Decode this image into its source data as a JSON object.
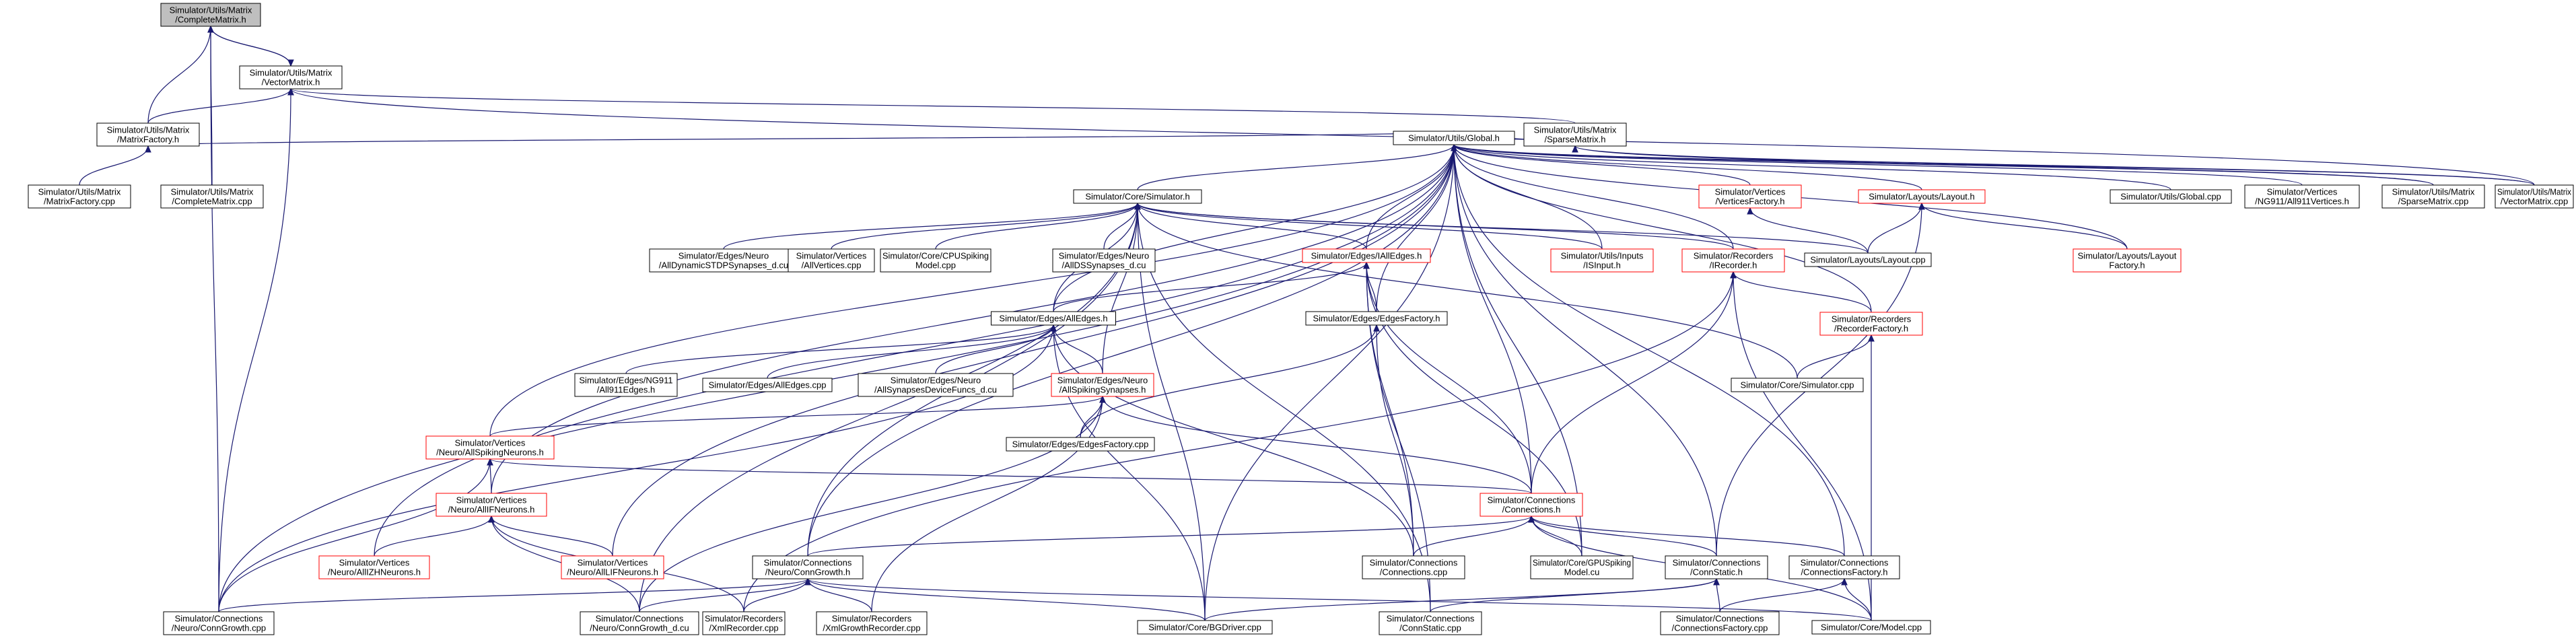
{
  "nodes": [
    {
      "id": "complete_h",
      "lines": [
        "Simulator/Utils/Matrix",
        "/CompleteMatrix.h"
      ],
      "style": "selected"
    },
    {
      "id": "vector_h",
      "lines": [
        "Simulator/Utils/Matrix",
        "/VectorMatrix.h"
      ],
      "style": "black"
    },
    {
      "id": "mfactory_h",
      "lines": [
        "Simulator/Utils/Matrix",
        "/MatrixFactory.h"
      ],
      "style": "black"
    },
    {
      "id": "mfactory_cpp",
      "lines": [
        "Simulator/Utils/Matrix",
        "/MatrixFactory.cpp"
      ],
      "style": "black"
    },
    {
      "id": "complete_cpp",
      "lines": [
        "Simulator/Utils/Matrix",
        "/CompleteMatrix.cpp"
      ],
      "style": "black"
    },
    {
      "id": "sparse_h",
      "lines": [
        "Simulator/Utils/Matrix",
        "/SparseMatrix.h"
      ],
      "style": "black"
    },
    {
      "id": "global_h",
      "lines": [
        "Simulator/Utils/Global.h"
      ],
      "style": "black"
    },
    {
      "id": "simulator_h",
      "lines": [
        "Simulator/Core/Simulator.h"
      ],
      "style": "black"
    },
    {
      "id": "vfactory_h",
      "lines": [
        "Simulator/Vertices",
        "/VerticesFactory.h"
      ],
      "style": "red"
    },
    {
      "id": "layout_h",
      "lines": [
        "Simulator/Layouts/Layout.h"
      ],
      "style": "red"
    },
    {
      "id": "global_cpp",
      "lines": [
        "Simulator/Utils/Global.cpp"
      ],
      "style": "black"
    },
    {
      "id": "ng911v_cpp",
      "lines": [
        "Simulator/Vertices",
        "/NG911/All911Vertices.h"
      ],
      "style": "black"
    },
    {
      "id": "sparse_cpp",
      "lines": [
        "Simulator/Utils/Matrix",
        "/SparseMatrix.cpp"
      ],
      "style": "black"
    },
    {
      "id": "vector_cpp",
      "lines": [
        "Simulator/Utils/Matrix",
        "/VectorMatrix.cpp"
      ],
      "style": "black"
    },
    {
      "id": "dyn_cu",
      "lines": [
        "Simulator/Edges/Neuro",
        "/AllDynamicSTDPSynapses_d.cu"
      ],
      "style": "black"
    },
    {
      "id": "allv_cpp",
      "lines": [
        "Simulator/Vertices",
        "/AllVertices.cpp"
      ],
      "style": "black"
    },
    {
      "id": "cpumodel_cpp",
      "lines": [
        "Simulator/Core/CPUSpiking",
        "Model.cpp"
      ],
      "style": "black"
    },
    {
      "id": "allds_cu",
      "lines": [
        "Simulator/Edges/Neuro",
        "/AllDSSynapses_d.cu"
      ],
      "style": "black"
    },
    {
      "id": "iall_h",
      "lines": [
        "Simulator/Edges/IAllEdges.h"
      ],
      "style": "red"
    },
    {
      "id": "isinput_h",
      "lines": [
        "Simulator/Utils/Inputs",
        "/ISInput.h"
      ],
      "style": "red"
    },
    {
      "id": "irecorder_h",
      "lines": [
        "Simulator/Recorders",
        "/IRecorder.h"
      ],
      "style": "red"
    },
    {
      "id": "layout_cpp",
      "lines": [
        "Simulator/Layouts/Layout.cpp"
      ],
      "style": "black"
    },
    {
      "id": "lfactory_h",
      "lines": [
        "Simulator/Layouts/Layout",
        "Factory.h"
      ],
      "style": "red"
    },
    {
      "id": "alledges_h",
      "lines": [
        "Simulator/Edges/AllEdges.h"
      ],
      "style": "black"
    },
    {
      "id": "efactory_h",
      "lines": [
        "Simulator/Edges/EdgesFactory.h"
      ],
      "style": "black"
    },
    {
      "id": "rfactory_h",
      "lines": [
        "Simulator/Recorders",
        "/RecorderFactory.h"
      ],
      "style": "red"
    },
    {
      "id": "ng911e_h",
      "lines": [
        "Simulator/Edges/NG911",
        "/All911Edges.h"
      ],
      "style": "black"
    },
    {
      "id": "alledges_cpp",
      "lines": [
        "Simulator/Edges/AllEdges.cpp"
      ],
      "style": "black"
    },
    {
      "id": "devfuncs_cu",
      "lines": [
        "Simulator/Edges/Neuro",
        "/AllSynapsesDeviceFuncs_d.cu"
      ],
      "style": "black"
    },
    {
      "id": "allspikingsyn_h",
      "lines": [
        "Simulator/Edges/Neuro",
        "/AllSpikingSynapses.h"
      ],
      "style": "red"
    },
    {
      "id": "sim_cpp",
      "lines": [
        "Simulator/Core/Simulator.cpp"
      ],
      "style": "black"
    },
    {
      "id": "efactory_cpp",
      "lines": [
        "Simulator/Edges/EdgesFactory.cpp"
      ],
      "style": "black"
    },
    {
      "id": "allspikingneu_h",
      "lines": [
        "Simulator/Vertices",
        "/Neuro/AllSpikingNeurons.h"
      ],
      "style": "red"
    },
    {
      "id": "connections_h",
      "lines": [
        "Simulator/Connections",
        "/Connections.h"
      ],
      "style": "red"
    },
    {
      "id": "allif_h",
      "lines": [
        "Simulator/Vertices",
        "/Neuro/AllIFNeurons.h"
      ],
      "style": "red"
    },
    {
      "id": "allizh_h",
      "lines": [
        "Simulator/Vertices",
        "/Neuro/AllIZHNeurons.h"
      ],
      "style": "red"
    },
    {
      "id": "alllif_h",
      "lines": [
        "Simulator/Vertices",
        "/Neuro/AllLIFNeurons.h"
      ],
      "style": "red"
    },
    {
      "id": "conngrowth_h",
      "lines": [
        "Simulator/Connections",
        "/Neuro/ConnGrowth.h"
      ],
      "style": "black"
    },
    {
      "id": "connections_cpp",
      "lines": [
        "Simulator/Connections",
        "/Connections.cpp"
      ],
      "style": "black"
    },
    {
      "id": "gpumodel_cu",
      "lines": [
        "Simulator/Core/GPUSpiking",
        "Model.cu"
      ],
      "style": "black"
    },
    {
      "id": "connstatic_h",
      "lines": [
        "Simulator/Connections",
        "/ConnStatic.h"
      ],
      "style": "black"
    },
    {
      "id": "cfactory_h",
      "lines": [
        "Simulator/Connections",
        "/ConnectionsFactory.h"
      ],
      "style": "black"
    },
    {
      "id": "conngrowth_cpp",
      "lines": [
        "Simulator/Connections",
        "/Neuro/ConnGrowth.cpp"
      ],
      "style": "black"
    },
    {
      "id": "conngrowth_cu",
      "lines": [
        "Simulator/Connections",
        "/Neuro/ConnGrowth_d.cu"
      ],
      "style": "black"
    },
    {
      "id": "xmlrec_cpp",
      "lines": [
        "Simulator/Recorders",
        "/XmlRecorder.cpp"
      ],
      "style": "black"
    },
    {
      "id": "xmlgrowth_cpp",
      "lines": [
        "Simulator/Recorders",
        "/XmlGrowthRecorder.cpp"
      ],
      "style": "black"
    },
    {
      "id": "bgdriver_cpp",
      "lines": [
        "Simulator/Core/BGDriver.cpp"
      ],
      "style": "black"
    },
    {
      "id": "connstatic_cpp",
      "lines": [
        "Simulator/Connections",
        "/ConnStatic.cpp"
      ],
      "style": "black"
    },
    {
      "id": "cfactory_cpp",
      "lines": [
        "Simulator/Connections",
        "/ConnectionsFactory.cpp"
      ],
      "style": "black"
    },
    {
      "id": "model_cpp",
      "lines": [
        "Simulator/Core/Model.cpp"
      ],
      "style": "black"
    }
  ],
  "edges": [
    [
      "vector_h",
      "complete_h"
    ],
    [
      "mfactory_h",
      "complete_h"
    ],
    [
      "complete_cpp",
      "complete_h"
    ],
    [
      "conngrowth_cpp",
      "complete_h"
    ],
    [
      "complete_h",
      "vector_h"
    ],
    [
      "mfactory_h",
      "vector_h"
    ],
    [
      "vector_cpp",
      "vector_h"
    ],
    [
      "sparse_h",
      "vector_h"
    ],
    [
      "conngrowth_cpp",
      "vector_h"
    ],
    [
      "mfactory_cpp",
      "mfactory_h"
    ],
    [
      "sparse_cpp",
      "sparse_h"
    ],
    [
      "vector_cpp",
      "sparse_h"
    ],
    [
      "sparse_h",
      "global_h"
    ],
    [
      "mfactory_h",
      "global_h"
    ],
    [
      "simulator_h",
      "global_h"
    ],
    [
      "vfactory_h",
      "global_h"
    ],
    [
      "layout_h",
      "global_h"
    ],
    [
      "global_cpp",
      "global_h"
    ],
    [
      "ng911v_cpp",
      "global_h"
    ],
    [
      "sparse_cpp",
      "global_h"
    ],
    [
      "vector_cpp",
      "global_h"
    ],
    [
      "iall_h",
      "global_h"
    ],
    [
      "isinput_h",
      "global_h"
    ],
    [
      "irecorder_h",
      "global_h"
    ],
    [
      "lfactory_h",
      "global_h"
    ],
    [
      "alledges_h",
      "global_h"
    ],
    [
      "efactory_h",
      "global_h"
    ],
    [
      "rfactory_h",
      "global_h"
    ],
    [
      "allspikingneu_h",
      "global_h"
    ],
    [
      "allif_h",
      "global_h"
    ],
    [
      "allizh_h",
      "global_h"
    ],
    [
      "alllif_h",
      "global_h"
    ],
    [
      "conngrowth_h",
      "global_h"
    ],
    [
      "connections_h",
      "global_h"
    ],
    [
      "gpumodel_cu",
      "global_h"
    ],
    [
      "connstatic_h",
      "global_h"
    ],
    [
      "cfactory_h",
      "global_h"
    ],
    [
      "bgdriver_cpp",
      "global_h"
    ],
    [
      "conngrowth_cpp",
      "global_h"
    ],
    [
      "dyn_cu",
      "simulator_h"
    ],
    [
      "allv_cpp",
      "simulator_h"
    ],
    [
      "cpumodel_cpp",
      "simulator_h"
    ],
    [
      "allds_cu",
      "simulator_h"
    ],
    [
      "iall_h",
      "simulator_h"
    ],
    [
      "isinput_h",
      "simulator_h"
    ],
    [
      "irecorder_h",
      "simulator_h"
    ],
    [
      "layout_cpp",
      "simulator_h"
    ],
    [
      "alledges_h",
      "simulator_h"
    ],
    [
      "sim_cpp",
      "simulator_h"
    ],
    [
      "allspikingsyn_h",
      "simulator_h"
    ],
    [
      "conngrowth_h",
      "simulator_h"
    ],
    [
      "bgdriver_cpp",
      "simulator_h"
    ],
    [
      "connstatic_cpp",
      "simulator_h"
    ],
    [
      "conngrowth_cu",
      "simulator_h"
    ],
    [
      "layout_cpp",
      "layout_h"
    ],
    [
      "lfactory_h",
      "layout_h"
    ],
    [
      "connstatic_h",
      "layout_h"
    ],
    [
      "layout_cpp",
      "vfactory_h"
    ],
    [
      "alledges_h",
      "iall_h"
    ],
    [
      "efactory_h",
      "iall_h"
    ],
    [
      "connections_h",
      "iall_h"
    ],
    [
      "connections_cpp",
      "iall_h"
    ],
    [
      "gpumodel_cu",
      "iall_h"
    ],
    [
      "connstatic_cpp",
      "iall_h"
    ],
    [
      "rfactory_h",
      "irecorder_h"
    ],
    [
      "connections_h",
      "irecorder_h"
    ],
    [
      "model_cpp",
      "irecorder_h"
    ],
    [
      "xmlrec_cpp",
      "irecorder_h"
    ],
    [
      "ng911e_h",
      "alledges_h"
    ],
    [
      "alledges_cpp",
      "alledges_h"
    ],
    [
      "devfuncs_cu",
      "alledges_h"
    ],
    [
      "allspikingsyn_h",
      "alledges_h"
    ],
    [
      "bgdriver_cpp",
      "alledges_h"
    ],
    [
      "connections_cpp",
      "alledges_h"
    ],
    [
      "conngrowth_cpp",
      "alledges_h"
    ],
    [
      "efactory_cpp",
      "efactory_h"
    ],
    [
      "connections_cpp",
      "efactory_h"
    ],
    [
      "sim_cpp",
      "rfactory_h"
    ],
    [
      "model_cpp",
      "rfactory_h"
    ],
    [
      "efactory_cpp",
      "allspikingsyn_h"
    ],
    [
      "allspikingneu_h",
      "allspikingsyn_h"
    ],
    [
      "connections_h",
      "allspikingsyn_h"
    ],
    [
      "conngrowth_cu",
      "allspikingsyn_h"
    ],
    [
      "xmlgrowth_cpp",
      "allspikingsyn_h"
    ],
    [
      "allif_h",
      "allspikingneu_h"
    ],
    [
      "conngrowth_cpp",
      "allspikingneu_h"
    ],
    [
      "connections_h",
      "allspikingneu_h"
    ],
    [
      "allizh_h",
      "allif_h"
    ],
    [
      "alllif_h",
      "allif_h"
    ],
    [
      "conngrowth_cu",
      "allif_h"
    ],
    [
      "xmlrec_cpp",
      "allif_h"
    ],
    [
      "conngrowth_h",
      "connections_h"
    ],
    [
      "connections_cpp",
      "connections_h"
    ],
    [
      "gpumodel_cu",
      "connections_h"
    ],
    [
      "connstatic_h",
      "connections_h"
    ],
    [
      "cfactory_h",
      "connections_h"
    ],
    [
      "model_cpp",
      "connections_h"
    ],
    [
      "conngrowth_cpp",
      "conngrowth_h"
    ],
    [
      "conngrowth_cu",
      "conngrowth_h"
    ],
    [
      "xmlrec_cpp",
      "conngrowth_h"
    ],
    [
      "xmlgrowth_cpp",
      "conngrowth_h"
    ],
    [
      "bgdriver_cpp",
      "conngrowth_h"
    ],
    [
      "model_cpp",
      "conngrowth_h"
    ],
    [
      "connstatic_cpp",
      "connstatic_h"
    ],
    [
      "cfactory_cpp",
      "connstatic_h"
    ],
    [
      "bgdriver_cpp",
      "connstatic_h"
    ],
    [
      "cfactory_cpp",
      "cfactory_h"
    ],
    [
      "model_cpp",
      "cfactory_h"
    ]
  ]
}
